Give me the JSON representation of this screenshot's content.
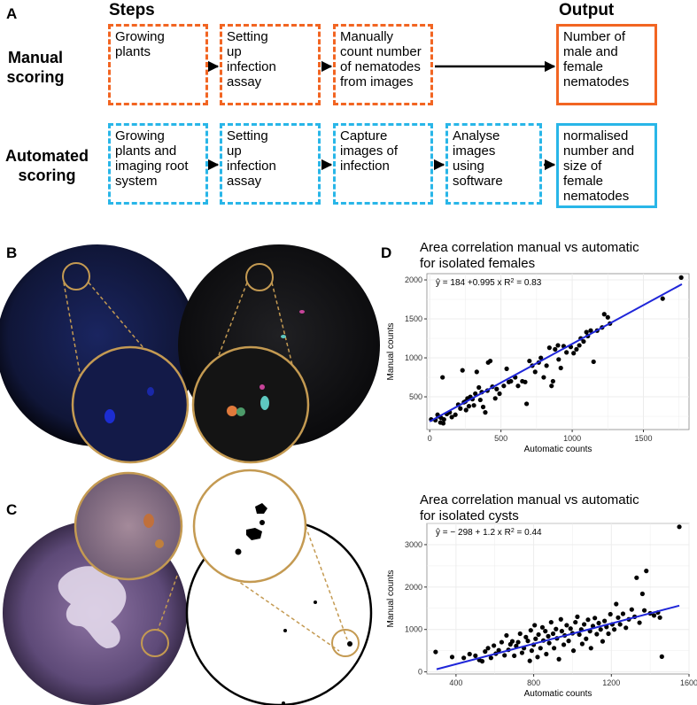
{
  "panel_a": {
    "letter": "A",
    "steps_header": "Steps",
    "output_header": "Output",
    "manual_label": [
      "Manual",
      "scoring"
    ],
    "automated_label": [
      "Automated",
      "scoring"
    ],
    "manual_steps": [
      [
        "Growing",
        "plants"
      ],
      [
        "Setting",
        "up",
        "infection",
        "assay"
      ],
      [
        "Manually",
        "count number",
        "of nematodes",
        "from images"
      ]
    ],
    "manual_output": [
      "Number of",
      "male and",
      "female",
      "nematodes"
    ],
    "auto_steps": [
      [
        "Growing",
        "plants and",
        "imaging root",
        "system"
      ],
      [
        "Setting",
        "up",
        "infection",
        "assay"
      ],
      [
        "Capture",
        "images of",
        "infection"
      ],
      [
        "Analyse",
        "images",
        "using",
        "software"
      ]
    ],
    "auto_output": [
      "normalised",
      "number and",
      "size of",
      "female",
      "nematodes"
    ],
    "colors": {
      "manual": "#f26522",
      "automated": "#29b6e8"
    }
  },
  "panel_b": {
    "letter": "B"
  },
  "panel_c": {
    "letter": "C"
  },
  "panel_d": {
    "letter": "D"
  },
  "chart_data": [
    {
      "type": "scatter",
      "title": [
        "Area correlation manual vs automatic",
        "for isolated females"
      ],
      "xlabel": "Automatic counts",
      "ylabel": "Manual counts",
      "xlim": [
        -20,
        1820
      ],
      "ylim": [
        80,
        2080
      ],
      "xticks": [
        0,
        500,
        1000,
        1500
      ],
      "yticks": [
        500,
        1000,
        1500,
        2000
      ],
      "grid": true,
      "annotation": {
        "intercept": "184",
        "slope": "+0.995",
        "r2": "0.83"
      },
      "fit": {
        "intercept": 184,
        "slope": 0.995,
        "x_range": [
          0,
          1770
        ]
      },
      "points": [
        [
          10,
          210
        ],
        [
          40,
          200
        ],
        [
          55,
          270
        ],
        [
          60,
          250
        ],
        [
          75,
          170
        ],
        [
          80,
          230
        ],
        [
          90,
          750
        ],
        [
          95,
          160
        ],
        [
          100,
          210
        ],
        [
          120,
          280
        ],
        [
          140,
          300
        ],
        [
          155,
          240
        ],
        [
          180,
          270
        ],
        [
          200,
          400
        ],
        [
          215,
          350
        ],
        [
          230,
          840
        ],
        [
          240,
          430
        ],
        [
          250,
          440
        ],
        [
          255,
          330
        ],
        [
          265,
          480
        ],
        [
          275,
          380
        ],
        [
          285,
          500
        ],
        [
          300,
          470
        ],
        [
          310,
          390
        ],
        [
          320,
          540
        ],
        [
          330,
          820
        ],
        [
          345,
          620
        ],
        [
          355,
          460
        ],
        [
          365,
          560
        ],
        [
          375,
          370
        ],
        [
          390,
          300
        ],
        [
          405,
          580
        ],
        [
          410,
          940
        ],
        [
          425,
          960
        ],
        [
          440,
          630
        ],
        [
          460,
          480
        ],
        [
          470,
          600
        ],
        [
          490,
          540
        ],
        [
          520,
          640
        ],
        [
          540,
          860
        ],
        [
          555,
          690
        ],
        [
          570,
          700
        ],
        [
          600,
          750
        ],
        [
          620,
          640
        ],
        [
          650,
          700
        ],
        [
          670,
          690
        ],
        [
          680,
          410
        ],
        [
          700,
          960
        ],
        [
          720,
          900
        ],
        [
          740,
          820
        ],
        [
          765,
          940
        ],
        [
          780,
          1000
        ],
        [
          800,
          750
        ],
        [
          820,
          900
        ],
        [
          840,
          1130
        ],
        [
          855,
          640
        ],
        [
          865,
          700
        ],
        [
          880,
          1110
        ],
        [
          900,
          1160
        ],
        [
          905,
          980
        ],
        [
          920,
          870
        ],
        [
          940,
          1150
        ],
        [
          960,
          1070
        ],
        [
          990,
          1140
        ],
        [
          1010,
          1060
        ],
        [
          1030,
          1110
        ],
        [
          1050,
          1160
        ],
        [
          1060,
          1250
        ],
        [
          1080,
          1210
        ],
        [
          1100,
          1330
        ],
        [
          1110,
          1280
        ],
        [
          1130,
          1350
        ],
        [
          1150,
          950
        ],
        [
          1175,
          1350
        ],
        [
          1210,
          1390
        ],
        [
          1225,
          1560
        ],
        [
          1250,
          1520
        ],
        [
          1265,
          1440
        ],
        [
          1635,
          1760
        ],
        [
          1765,
          2030
        ]
      ]
    },
    {
      "type": "scatter",
      "title": [
        "Area correlation manual vs automatic",
        "for isolated cysts"
      ],
      "xlabel": "Automatic counts",
      "ylabel": "Manual counts",
      "xlim": [
        250,
        1600
      ],
      "ylim": [
        -50,
        3500
      ],
      "xticks": [
        400,
        800,
        1200,
        1600
      ],
      "yticks": [
        0,
        1000,
        2000,
        3000
      ],
      "grid": true,
      "annotation": {
        "intercept": "− 298",
        "slope": "+ 1.2",
        "r2": "0.44"
      },
      "fit": {
        "intercept": -298,
        "slope": 1.2,
        "x_range": [
          300,
          1550
        ]
      },
      "points": [
        [
          295,
          470
        ],
        [
          380,
          350
        ],
        [
          440,
          330
        ],
        [
          470,
          420
        ],
        [
          500,
          380
        ],
        [
          520,
          280
        ],
        [
          535,
          250
        ],
        [
          550,
          480
        ],
        [
          565,
          560
        ],
        [
          580,
          330
        ],
        [
          595,
          620
        ],
        [
          605,
          430
        ],
        [
          620,
          510
        ],
        [
          635,
          700
        ],
        [
          650,
          390
        ],
        [
          660,
          860
        ],
        [
          670,
          520
        ],
        [
          680,
          650
        ],
        [
          690,
          720
        ],
        [
          700,
          380
        ],
        [
          710,
          610
        ],
        [
          720,
          700
        ],
        [
          730,
          900
        ],
        [
          740,
          450
        ],
        [
          750,
          560
        ],
        [
          760,
          820
        ],
        [
          770,
          730
        ],
        [
          780,
          260
        ],
        [
          785,
          980
        ],
        [
          790,
          500
        ],
        [
          800,
          640
        ],
        [
          805,
          1100
        ],
        [
          810,
          780
        ],
        [
          820,
          350
        ],
        [
          825,
          880
        ],
        [
          835,
          560
        ],
        [
          845,
          1050
        ],
        [
          850,
          740
        ],
        [
          860,
          960
        ],
        [
          865,
          420
        ],
        [
          875,
          840
        ],
        [
          880,
          680
        ],
        [
          890,
          1170
        ],
        [
          900,
          900
        ],
        [
          905,
          560
        ],
        [
          915,
          1010
        ],
        [
          920,
          790
        ],
        [
          930,
          300
        ],
        [
          940,
          1240
        ],
        [
          945,
          960
        ],
        [
          955,
          640
        ],
        [
          960,
          860
        ],
        [
          970,
          1100
        ],
        [
          980,
          730
        ],
        [
          990,
          1020
        ],
        [
          1000,
          910
        ],
        [
          1005,
          500
        ],
        [
          1015,
          1170
        ],
        [
          1025,
          1300
        ],
        [
          1035,
          880
        ],
        [
          1045,
          1000
        ],
        [
          1050,
          660
        ],
        [
          1060,
          1120
        ],
        [
          1070,
          780
        ],
        [
          1080,
          1230
        ],
        [
          1090,
          960
        ],
        [
          1095,
          560
        ],
        [
          1105,
          1080
        ],
        [
          1115,
          1270
        ],
        [
          1125,
          890
        ],
        [
          1135,
          1150
        ],
        [
          1145,
          1000
        ],
        [
          1155,
          720
        ],
        [
          1165,
          1200
        ],
        [
          1175,
          1060
        ],
        [
          1185,
          900
        ],
        [
          1195,
          1360
        ],
        [
          1205,
          1120
        ],
        [
          1215,
          1000
        ],
        [
          1225,
          1600
        ],
        [
          1235,
          1280
        ],
        [
          1245,
          1120
        ],
        [
          1260,
          1370
        ],
        [
          1275,
          1040
        ],
        [
          1290,
          1240
        ],
        [
          1305,
          1470
        ],
        [
          1320,
          1300
        ],
        [
          1330,
          2220
        ],
        [
          1345,
          1160
        ],
        [
          1360,
          1840
        ],
        [
          1370,
          1450
        ],
        [
          1380,
          2380
        ],
        [
          1400,
          1380
        ],
        [
          1420,
          1330
        ],
        [
          1440,
          1400
        ],
        [
          1450,
          1280
        ],
        [
          1460,
          360
        ],
        [
          1550,
          3420
        ]
      ]
    }
  ]
}
